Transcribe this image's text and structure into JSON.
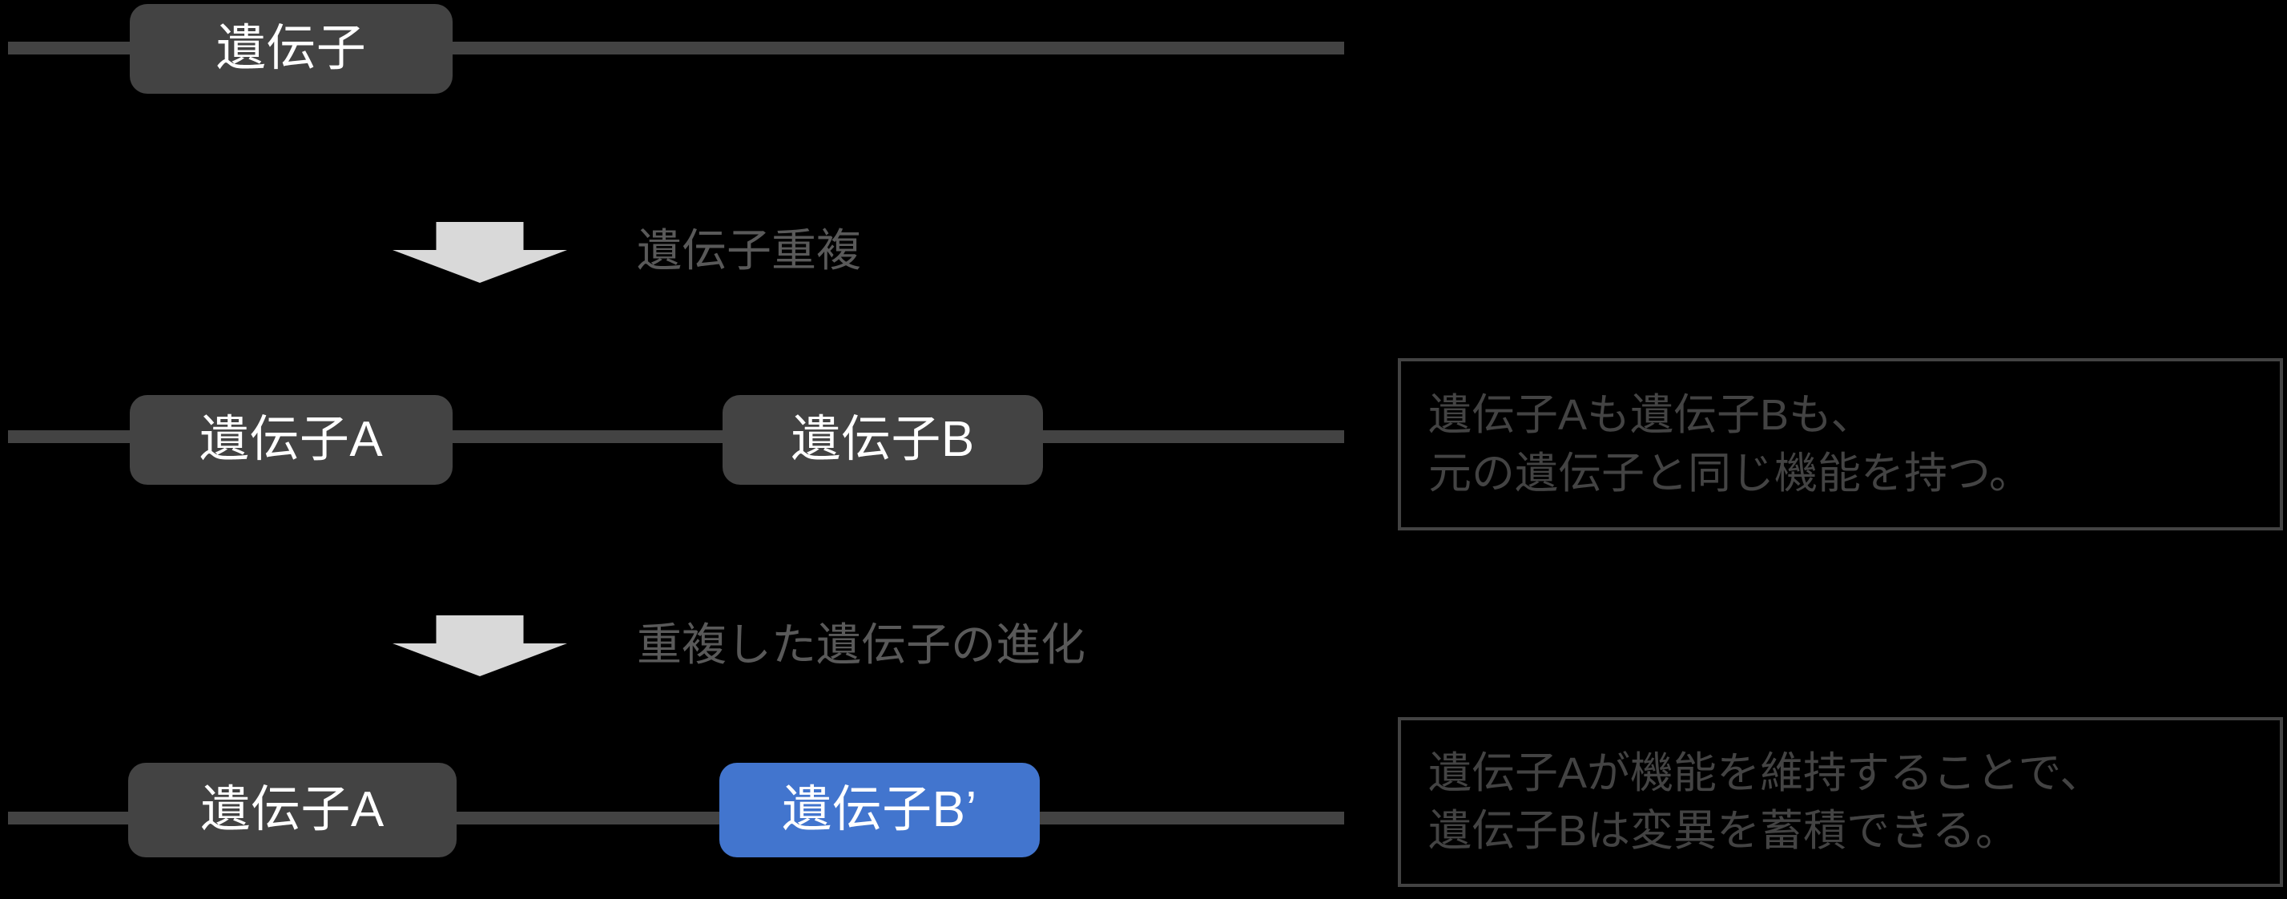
{
  "diagram": {
    "title": "gene-duplication-evolution-diagram",
    "colors": {
      "background": "#000000",
      "gene_box_default": "#434343",
      "gene_box_highlight": "#4275CE",
      "backbone_line": "#434343",
      "arrow_fill": "#D9D9D9",
      "label_text": "#595959",
      "note_text": "#434343",
      "gene_label_text": "#ffffff"
    },
    "rows": [
      {
        "id": "row-original",
        "genes": [
          {
            "id": "gene-original",
            "label": "遺伝子",
            "style": "gray"
          }
        ]
      },
      {
        "id": "row-duplicated",
        "genes": [
          {
            "id": "gene-a-duplicated",
            "label": "遺伝子A",
            "style": "gray"
          },
          {
            "id": "gene-b-duplicated",
            "label": "遺伝子B",
            "style": "gray"
          }
        ]
      },
      {
        "id": "row-evolved",
        "genes": [
          {
            "id": "gene-a-evolved",
            "label": "遺伝子A",
            "style": "gray"
          },
          {
            "id": "gene-b-prime-evolved",
            "label": "遺伝子B’",
            "style": "blue"
          }
        ]
      }
    ],
    "steps": [
      {
        "id": "step-duplication",
        "label": "遺伝子重複"
      },
      {
        "id": "step-evolution",
        "label": "重複した遺伝子の進化"
      }
    ],
    "notes": [
      {
        "id": "note-same-function",
        "lines": [
          "遺伝子Aも遺伝子Bも、",
          "元の遺伝子と同じ機能を持つ。"
        ]
      },
      {
        "id": "note-accumulate-mutation",
        "lines": [
          "遺伝子Aが機能を維持することで、",
          "遺伝子Bは変異を蓄積できる。"
        ]
      }
    ]
  }
}
